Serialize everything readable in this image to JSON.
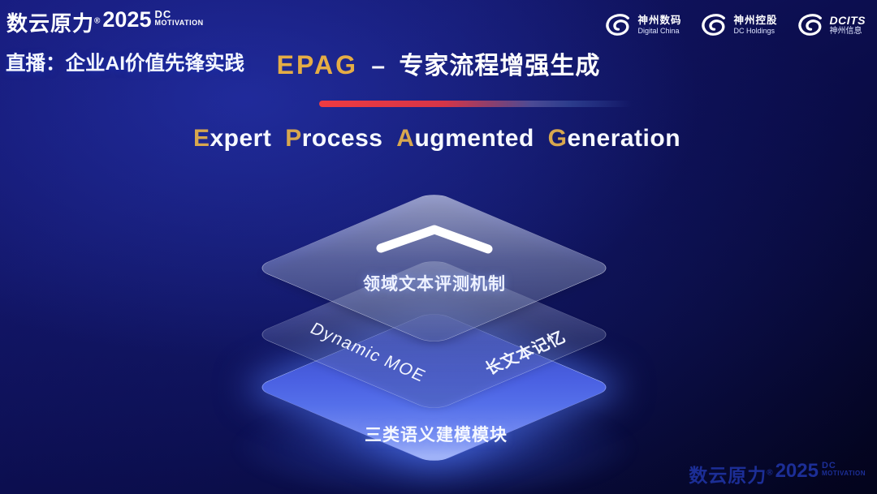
{
  "header": {
    "brand": {
      "name": "数云原力",
      "reg": "®",
      "year": "2025",
      "sub1": "DC",
      "sub2": "MOTIVATION"
    },
    "subtitle": "直播：企业AI价值先锋实践",
    "title": {
      "abbr": "EPAG",
      "dash": "–",
      "zh": "专家流程增强生成"
    },
    "logos": [
      {
        "line1": "神州数码",
        "line2": "Digital China"
      },
      {
        "line1": "神州控股",
        "line2": "DC Holdings"
      },
      {
        "line1": "DCITS",
        "line2": "神州信息"
      }
    ]
  },
  "headline": {
    "words": [
      {
        "first": "E",
        "rest": "xpert"
      },
      {
        "first": "P",
        "rest": "rocess"
      },
      {
        "first": "A",
        "rest": "ugmented"
      },
      {
        "first": "G",
        "rest": "eneration"
      }
    ]
  },
  "diagram": {
    "layers": [
      {
        "id": "evaluation",
        "label": "领域文本评测机制",
        "type": "glass",
        "icon": "chevron-up"
      },
      {
        "id": "middle",
        "type": "glass",
        "labels": [
          {
            "text": "Dynamic MOE",
            "rotation": 24
          },
          {
            "text": "长文本记忆",
            "rotation": -24
          }
        ]
      },
      {
        "id": "base",
        "label": "三类语义建模模块",
        "type": "solid-blue"
      }
    ],
    "colors": {
      "base_blue": "#4a63e6",
      "accent_gold": "#d8a74e",
      "line_red": "#ea3a40"
    }
  },
  "footer": {
    "brand": {
      "name": "数云原力",
      "reg": "®",
      "year": "2025",
      "sub1": "DC",
      "sub2": "MOTIVATION"
    }
  }
}
